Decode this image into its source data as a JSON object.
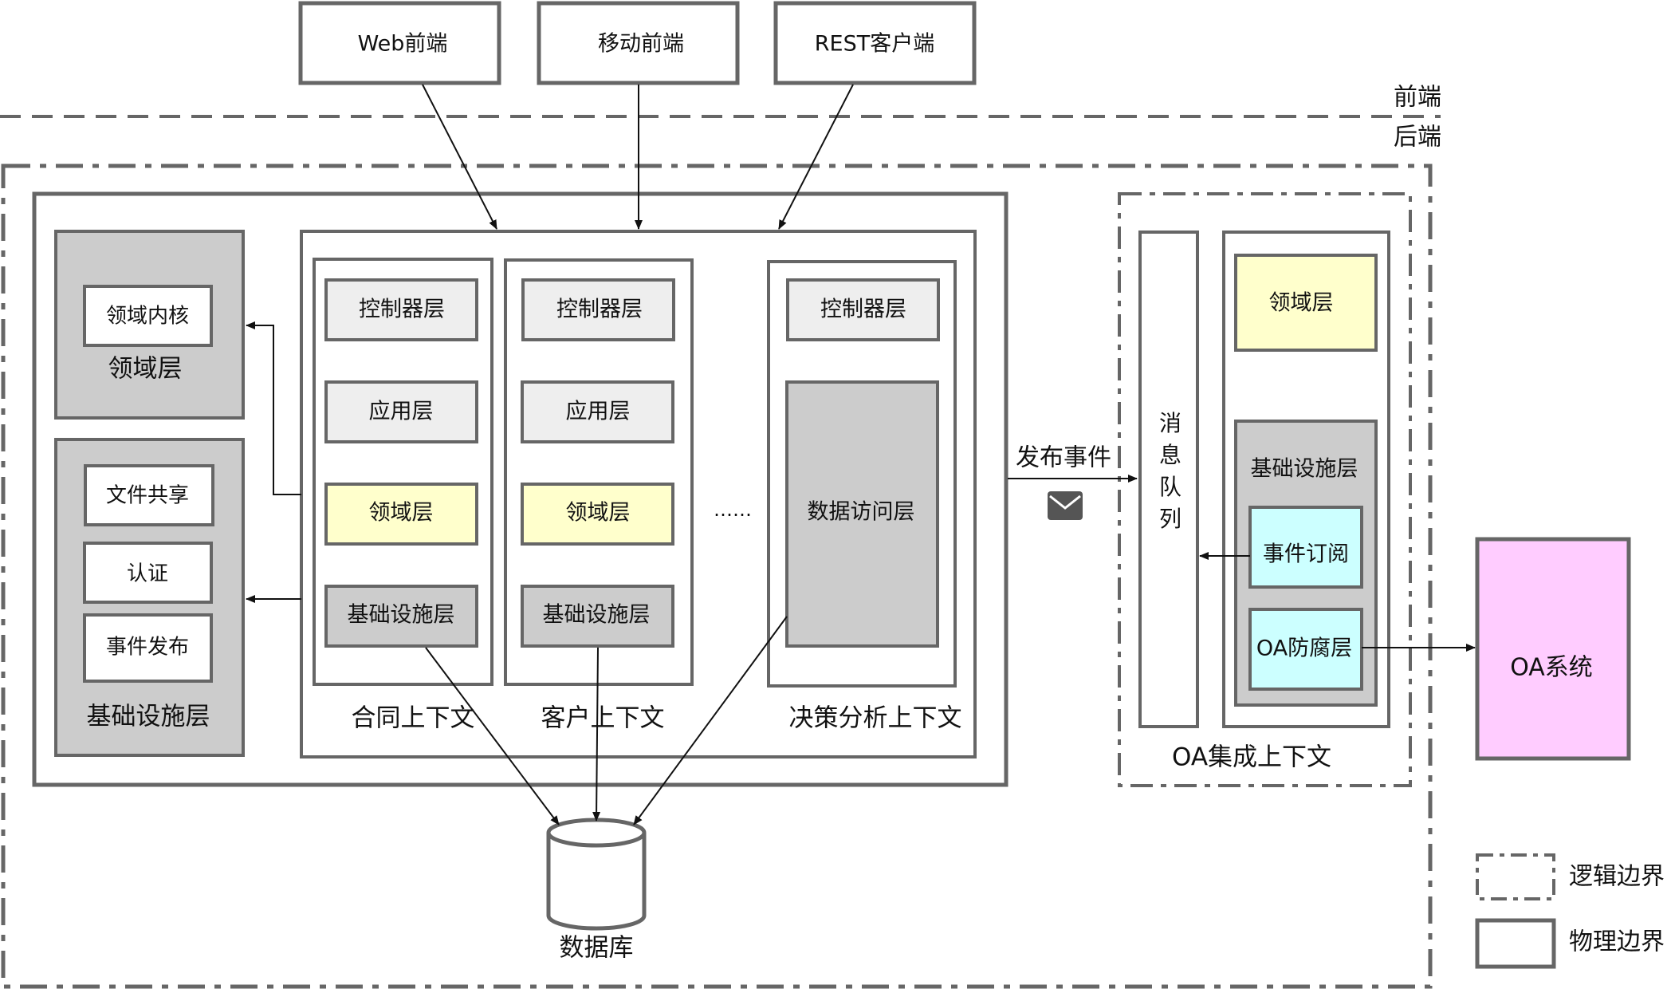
{
  "colors": {
    "stroke": "#666666",
    "light_gray": "#eeeeee",
    "mid_gray": "#cccccc",
    "domain_yellow": "#ffffcc",
    "event_cyan": "#ccffff",
    "oa_system_pink": "#ffccff",
    "white": "#ffffff",
    "arrow": "#111111"
  },
  "clients": {
    "web": "Web前端",
    "mobile": "移动前端",
    "rest": "REST客户端"
  },
  "zones": {
    "frontend": "前端",
    "backend": "后端"
  },
  "shared_kernel": {
    "domain_core": "领域内核",
    "domain_layer": "领域层",
    "file_share": "文件共享",
    "auth": "认证",
    "event_publish": "事件发布",
    "infra_layer": "基础设施层"
  },
  "contexts": {
    "contract": {
      "title": "合同上下文",
      "controller": "控制器层",
      "application": "应用层",
      "domain": "领域层",
      "infra": "基础设施层"
    },
    "customer": {
      "title": "客户上下文",
      "controller": "控制器层",
      "application": "应用层",
      "domain": "领域层",
      "infra": "基础设施层"
    },
    "ellipsis": "……",
    "decision": {
      "title": "决策分析上下文",
      "controller": "控制器层",
      "data_access": "数据访问层"
    }
  },
  "publish_event": "发布事件",
  "message_queue": [
    "消",
    "息",
    "队",
    "列"
  ],
  "oa_context": {
    "title": "OA集成上下文",
    "domain": "领域层",
    "infra": "基础设施层",
    "event_subscribe": "事件订阅",
    "anticorruption": "OA防腐层"
  },
  "oa_system": "OA系统",
  "database": "数据库",
  "legend": {
    "logical": "逻辑边界",
    "physical": "物理边界"
  }
}
